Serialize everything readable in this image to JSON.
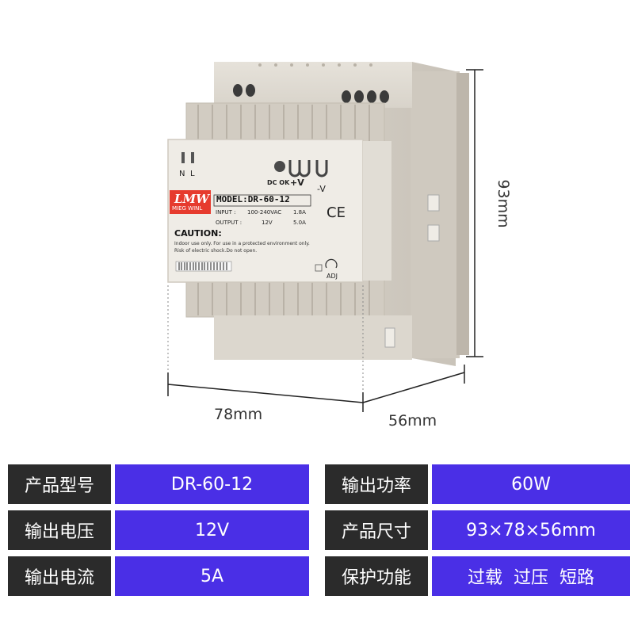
{
  "product": {
    "brand_logo": "LMW",
    "brand_sub": "MIEG WINL",
    "model_label": "MODEL:DR-60-12",
    "input_label": "INPUT :",
    "input_value": "100-240VAC",
    "input_current": "1.8A",
    "output_label": "OUTPUT :",
    "output_value": "12V",
    "output_current": "5.0A",
    "caution_title": "CAUTION:",
    "caution_line1": "Indoor use only. For use in a protected environment only.",
    "caution_line2": "Risk of electric shock.Do not open.",
    "terminal_n": "N",
    "terminal_l": "L",
    "dc_ok": "DC OK",
    "plus_v": "+V",
    "minus_v": "-V",
    "ce_mark": "CE",
    "adj": "ADJ"
  },
  "dimensions": {
    "height": "93mm",
    "width": "78mm",
    "depth": "56mm"
  },
  "specs": {
    "rows": [
      {
        "label": "产品型号",
        "value": "DR-60-12",
        "label2": "输出功率",
        "value2": "60W"
      },
      {
        "label": "输出电压",
        "value": "12V",
        "label2": "产品尺寸",
        "value2": "93×78×56mm"
      },
      {
        "label": "输出电流",
        "value": "5A",
        "label2": "保护功能",
        "value2": "过载  过压  短路"
      }
    ]
  },
  "colors": {
    "label_bg": "#2b2b2b",
    "value_bg": "#4a2fe6",
    "body": "#e9e5dd",
    "panel": "#efece6"
  }
}
